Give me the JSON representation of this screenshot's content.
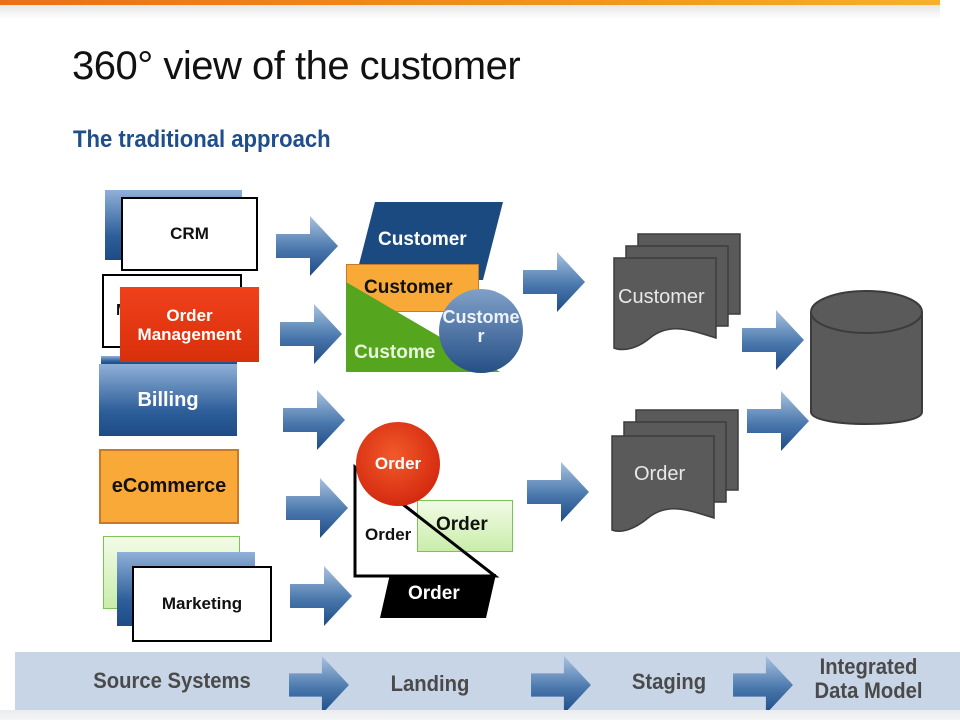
{
  "header": {
    "title": "360° view of the customer",
    "subtitle": "The traditional approach"
  },
  "colors": {
    "accent_orange": "#f39a1a",
    "title_blue": "#1f4e8c",
    "arrow_blue": "#2e5f9a",
    "doc_gray": "#5a5a5a",
    "footer_bg": "#c8d5e6"
  },
  "source_systems": {
    "crm": "CRM",
    "order_management": "Order\nManagement",
    "order_management_hidden_letter": "M",
    "billing": "Billing",
    "ecommerce": "eCommerce",
    "marketing": "Marketing"
  },
  "landing": {
    "customer_parallelogram": "Customer",
    "customer_orange": "Customer",
    "customer_green": "Custome",
    "customer_circle": "Custome\nr",
    "order_circle": "Order",
    "order_triangle": "Order",
    "order_green": "Order",
    "order_black": "Order"
  },
  "staging": {
    "customer_doc": "Customer",
    "order_doc": "Order"
  },
  "footer": {
    "stages": [
      "Source Systems",
      "Landing",
      "Staging",
      "Integrated\nData Model"
    ]
  }
}
